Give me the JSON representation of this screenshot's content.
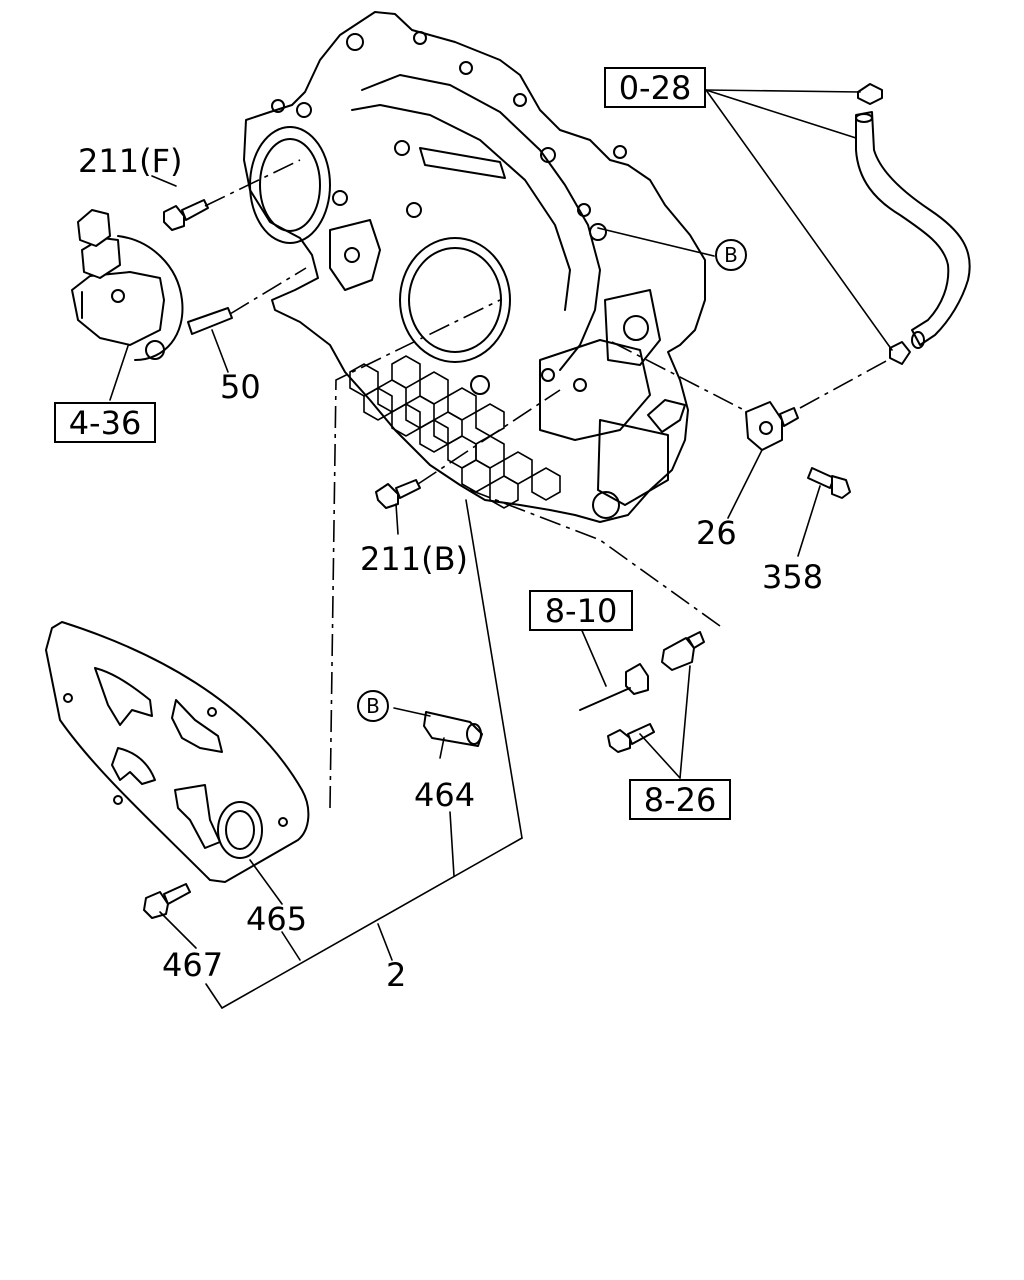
{
  "diagram": {
    "callouts": {
      "bolt_front": "211(F)",
      "stud": "50",
      "pump_ref": "4-36",
      "bolt_bottom": "211(B)",
      "hose_ref": "0-28",
      "marker_b_top": "B",
      "sensor": "26",
      "sensor_bolt": "358",
      "harness_ref": "8-10",
      "sensor_ref": "8-26",
      "marker_b_mid": "B",
      "pipe": "464",
      "gasket": "465",
      "cover_bolt": "467",
      "assembly": "2"
    },
    "boxed_refs": [
      "4-36",
      "0-28",
      "8-10",
      "8-26"
    ]
  }
}
